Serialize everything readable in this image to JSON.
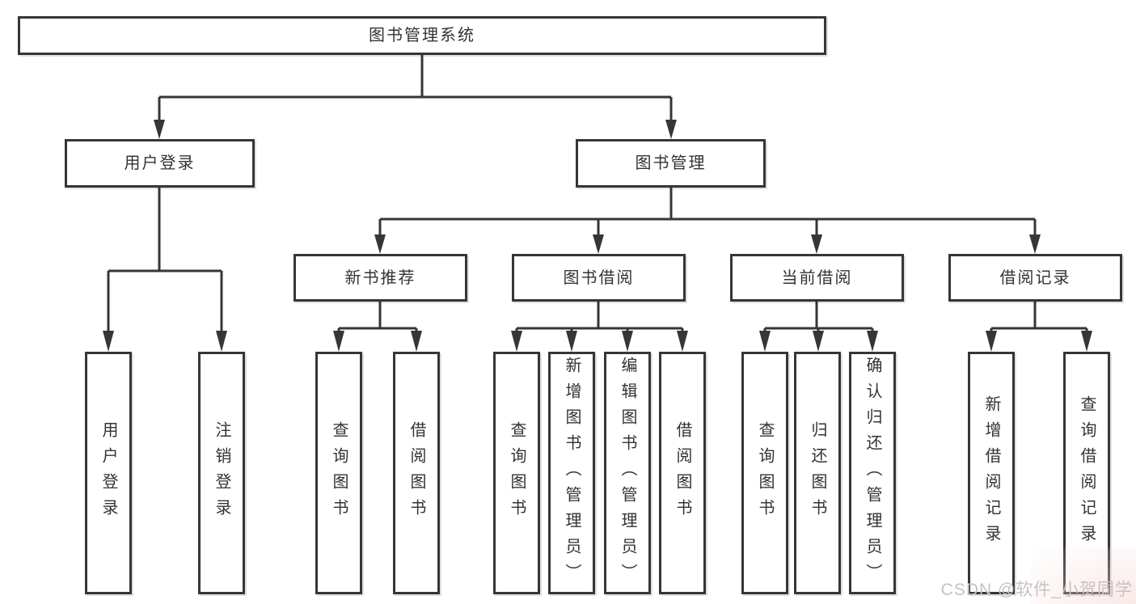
{
  "diagram": {
    "root": {
      "label": "图书管理系统"
    },
    "branches": [
      {
        "label": "用户登录",
        "children": [
          {
            "label": "用户登录"
          },
          {
            "label": "注销登录"
          }
        ]
      },
      {
        "label": "图书管理",
        "children": [
          {
            "label": "新书推荐",
            "children": [
              {
                "label": "查询图书"
              },
              {
                "label": "借阅图书"
              }
            ]
          },
          {
            "label": "图书借阅",
            "children": [
              {
                "label": "查询图书"
              },
              {
                "label": "新增图书（管理员）"
              },
              {
                "label": "编辑图书（管理员）"
              },
              {
                "label": "借阅图书"
              }
            ]
          },
          {
            "label": "当前借阅",
            "children": [
              {
                "label": "查询图书"
              },
              {
                "label": "归还图书"
              },
              {
                "label": "确认归还（管理员）"
              }
            ]
          },
          {
            "label": "借阅记录",
            "children": [
              {
                "label": "新增借阅记录"
              },
              {
                "label": "查询借阅记录"
              }
            ]
          }
        ]
      }
    ]
  },
  "watermark": {
    "text": "CSDN @软件_小贺同学"
  },
  "colors": {
    "line": "#363636",
    "text": "#333333",
    "box_background": "#ffffff",
    "watermark_text": "#c8c2c2"
  }
}
